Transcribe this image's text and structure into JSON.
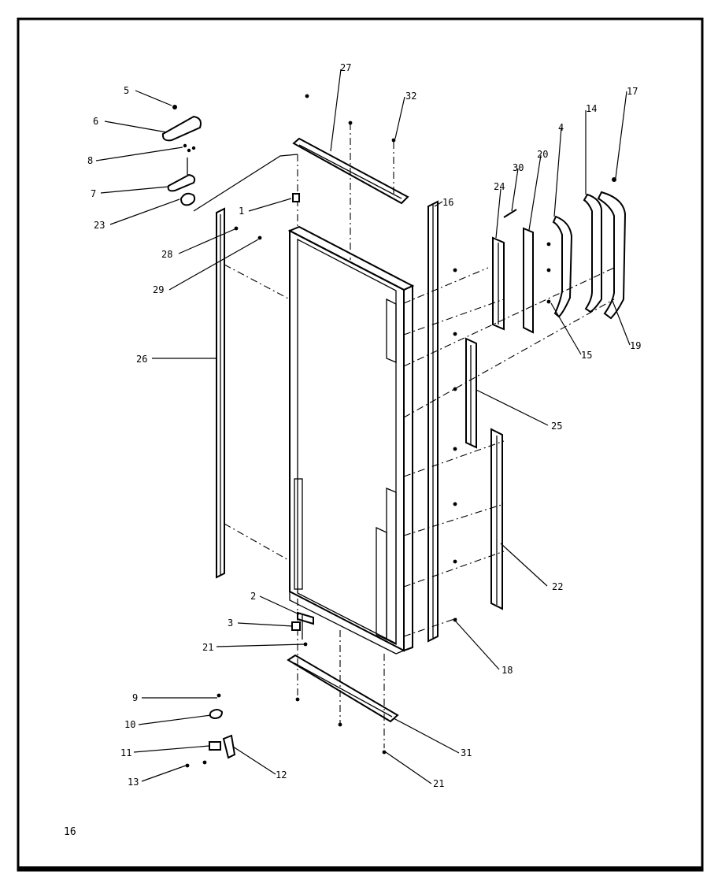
{
  "page_number": "16",
  "callouts": {
    "c1": "1",
    "c2": "2",
    "c3": "3",
    "c4": "4",
    "c5": "5",
    "c6": "6",
    "c7": "7",
    "c8": "8",
    "c9": "9",
    "c10": "10",
    "c11": "11",
    "c12": "12",
    "c13": "13",
    "c14": "14",
    "c15": "15",
    "c16": "16",
    "c17": "17",
    "c18": "18",
    "c19": "19",
    "c20": "20",
    "c21a": "21",
    "c21b": "21",
    "c22": "22",
    "c23": "23",
    "c24": "24",
    "c25": "25",
    "c26": "26",
    "c27": "27",
    "c28": "28",
    "c29": "29",
    "c30": "30",
    "c31": "31",
    "c32": "32"
  }
}
